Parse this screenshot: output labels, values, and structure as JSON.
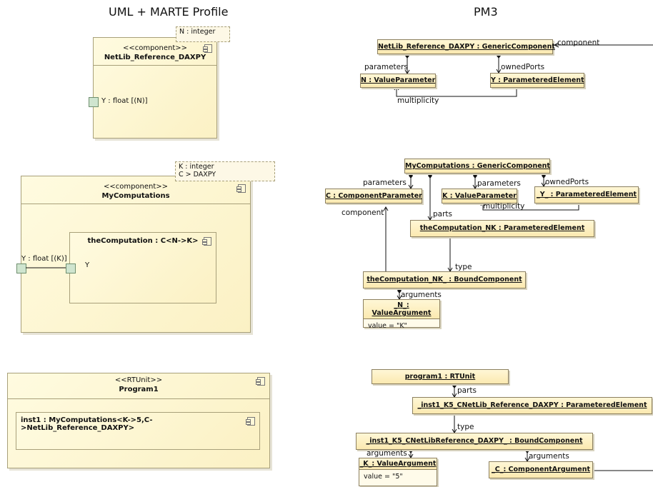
{
  "headings": {
    "left": "UML + MARTE Profile",
    "right": "PM3"
  },
  "uml": {
    "netlib": {
      "stereotype": "<<component>>",
      "name": "NetLib_Reference_DAXPY",
      "template_param": "N : integer",
      "port_label": "Y : float [(N)]"
    },
    "mycomp": {
      "stereotype": "<<component>>",
      "name": "MyComputations",
      "template_param_1": "K : integer",
      "template_param_2": "C > DAXPY",
      "port_label": "Y : float [(K)]",
      "part_name": "theComputation : C<N->K>",
      "part_port_label": "Y"
    },
    "program": {
      "stereotype": "<<RTUnit>>",
      "name": "Program1",
      "part_name": "inst1 : MyComputations<K->5,C->NetLib_Reference_DAXPY>"
    }
  },
  "pm3": {
    "g1": {
      "main": "NetLib_Reference_DAXPY : GenericComponent",
      "n_param": "N : ValueParameter",
      "y_elem": "Y : ParameteredElement",
      "e_component": "component",
      "e_parameters": "parameters",
      "e_ownedports": "ownedPorts",
      "e_multiplicity": "multiplicity"
    },
    "g2": {
      "main": "MyComputations : GenericComponent",
      "c_param": "C : ComponentParameter",
      "k_param": "K : ValueParameter",
      "y_elem": "_Y_ : ParameteredElement",
      "part": "theComputation_NK : ParameteredElement",
      "bound": "theComputation_NK_ : BoundComponent",
      "arg_title": "_N_: ValueArgument",
      "arg_value": "value = \"K\"",
      "e_parameters1": "parameters",
      "e_parameters2": "parameters",
      "e_ownedports": "ownedPorts",
      "e_multiplicity": "multiplicity",
      "e_component": "component",
      "e_parts": "parts",
      "e_type": "type",
      "e_arguments": "arguments"
    },
    "g3": {
      "main": "program1 : RTUnit",
      "inst": "_inst1_K5_CNetLib_Reference_DAXPY : ParameteredElement",
      "bound": "_inst1_K5_CNetLibReference_DAXPY_ : BoundComponent",
      "k_title": "_K_: ValueArgument",
      "k_value": "value = \"5\"",
      "c_arg": "_C_: ComponentArgument",
      "e_parts": "parts",
      "e_type": "type",
      "e_arguments1": "arguments",
      "e_arguments2": "arguments"
    }
  }
}
